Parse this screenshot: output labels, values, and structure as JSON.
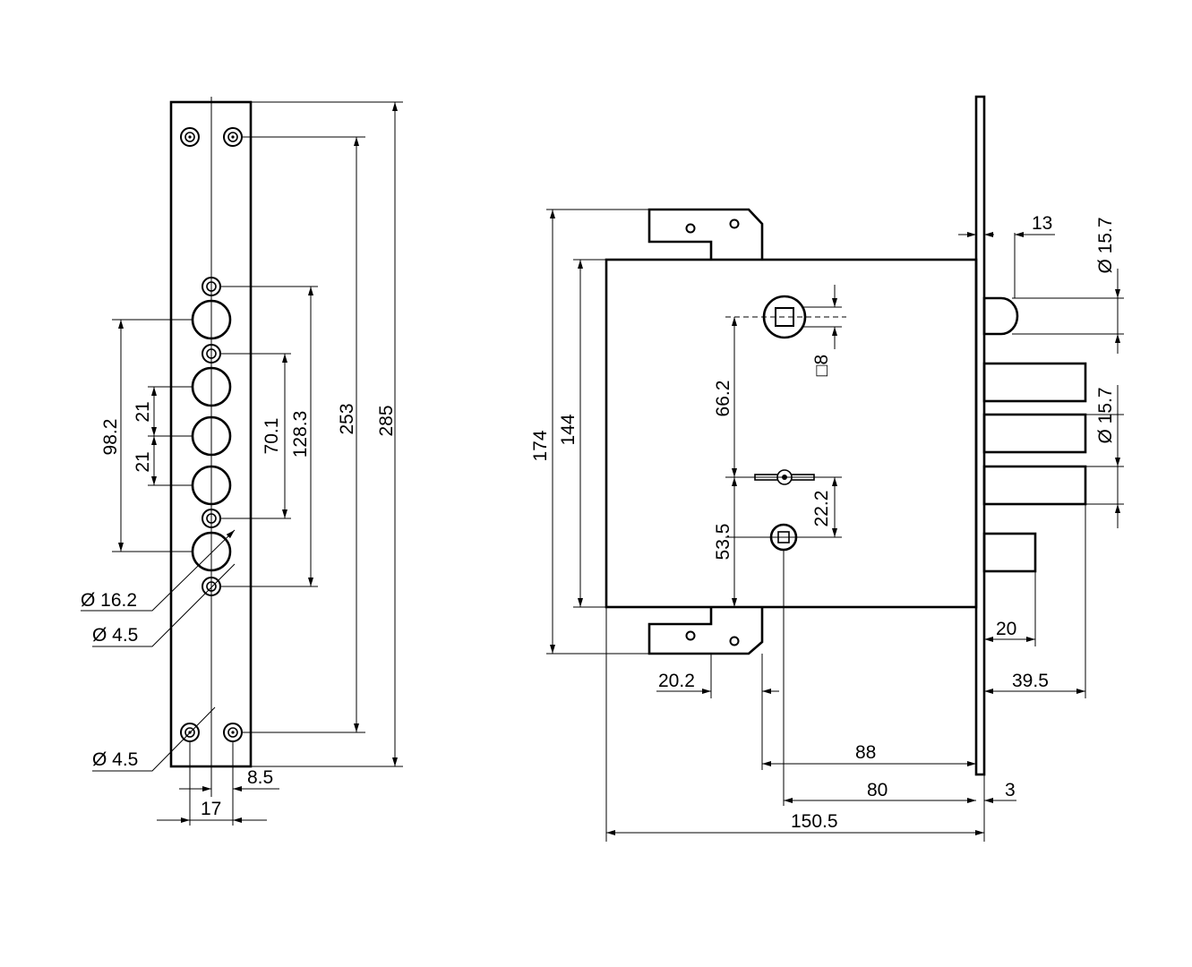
{
  "colors": {
    "line": "#000000",
    "background": "#ffffff"
  },
  "strike_plate": {
    "dims": {
      "width_17": "17",
      "offset_8_5": "8.5",
      "spacing_21_a": "21",
      "spacing_21_b": "21",
      "span_98_2": "98.2",
      "span_70_1": "70.1",
      "span_128_3": "128.3",
      "span_253": "253",
      "length_285": "285",
      "dia_16_2": "Ø 16.2",
      "dia_4_5_mid": "Ø 4.5",
      "dia_4_5_bottom": "Ø 4.5"
    }
  },
  "lock_body": {
    "dims": {
      "height_174": "174",
      "height_144": "144",
      "spindle_66_2": "66.2",
      "follower_53_5": "53.5",
      "square_8": "□8",
      "key_22_2": "22.2",
      "faceplate_13": "13",
      "bolt_dia_top": "Ø 15.7",
      "bolt_dia_mid": "Ø 15.7",
      "latch_20": "20",
      "bolt_39_5": "39.5",
      "offset_20_2": "20.2",
      "backset_88": "88",
      "backset_80": "80",
      "faceplate_3": "3",
      "case_150_5": "150.5"
    }
  }
}
